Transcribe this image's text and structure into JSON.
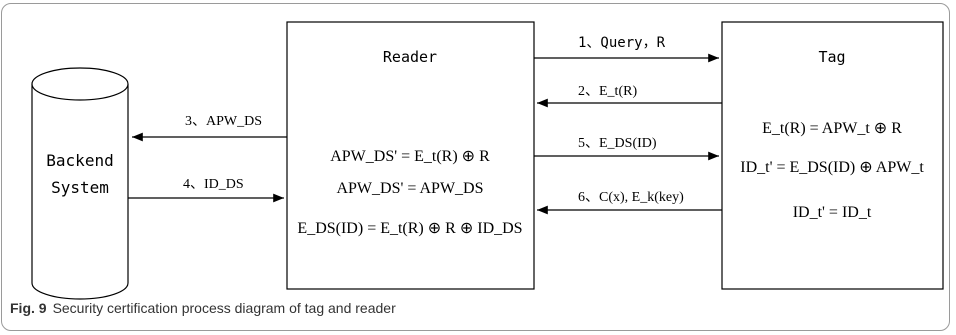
{
  "reader": {
    "title": "Reader",
    "eq1": "APW_DS' = E_t(R) ⊕ R",
    "eq2": "APW_DS' = APW_DS",
    "eq3": "E_DS(ID) = E_t(R) ⊕ R ⊕ ID_DS"
  },
  "tag": {
    "title": "Tag",
    "eq1": "E_t(R) = APW_t ⊕ R",
    "eq2": "ID_t' = E_DS(ID) ⊕ APW_t",
    "eq3": "ID_t' = ID_t"
  },
  "backend": {
    "line1": "Backend",
    "line2": "System"
  },
  "messages": {
    "m1": "1、Query，R",
    "m2": "2、E_t(R)",
    "m3": "3、APW_DS",
    "m4": "4、ID_DS",
    "m5": "5、E_DS(ID)",
    "m6": "6、C(x), E_k(key)"
  },
  "caption": {
    "label": "Fig. 9",
    "text": "Security certification process diagram of tag and reader"
  }
}
